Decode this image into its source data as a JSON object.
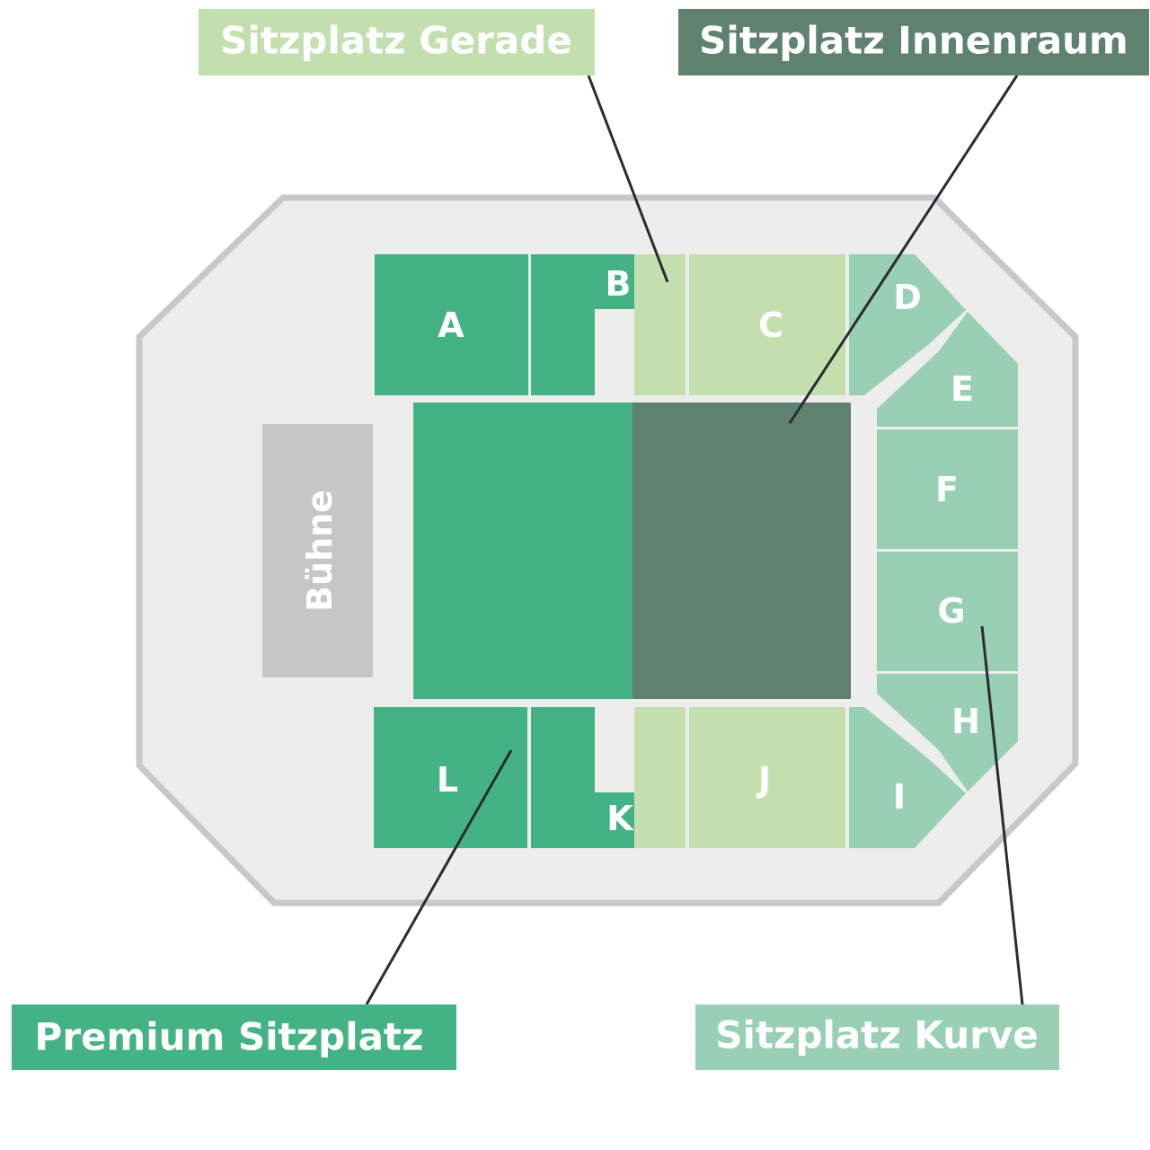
{
  "colors": {
    "premium": "#43b284",
    "gerade": "#c4dfae",
    "innenraum": "#5f8270",
    "kurve": "#98cfb5",
    "venue": "#ededed",
    "venue_border": "#c8c8c8",
    "stage": "#c6c6c6"
  },
  "stage": {
    "label": "Bühne"
  },
  "sections": {
    "A": "A",
    "B": "B",
    "C": "C",
    "D": "D",
    "E": "E",
    "F": "F",
    "G": "G",
    "H": "H",
    "I": "I",
    "J": "J",
    "K": "K",
    "L": "L"
  },
  "legend": {
    "gerade": "Sitzplatz Gerade",
    "innenraum": "Sitzplatz Innenraum",
    "premium": "Premium Sitzplatz",
    "kurve": "Sitzplatz Kurve"
  }
}
